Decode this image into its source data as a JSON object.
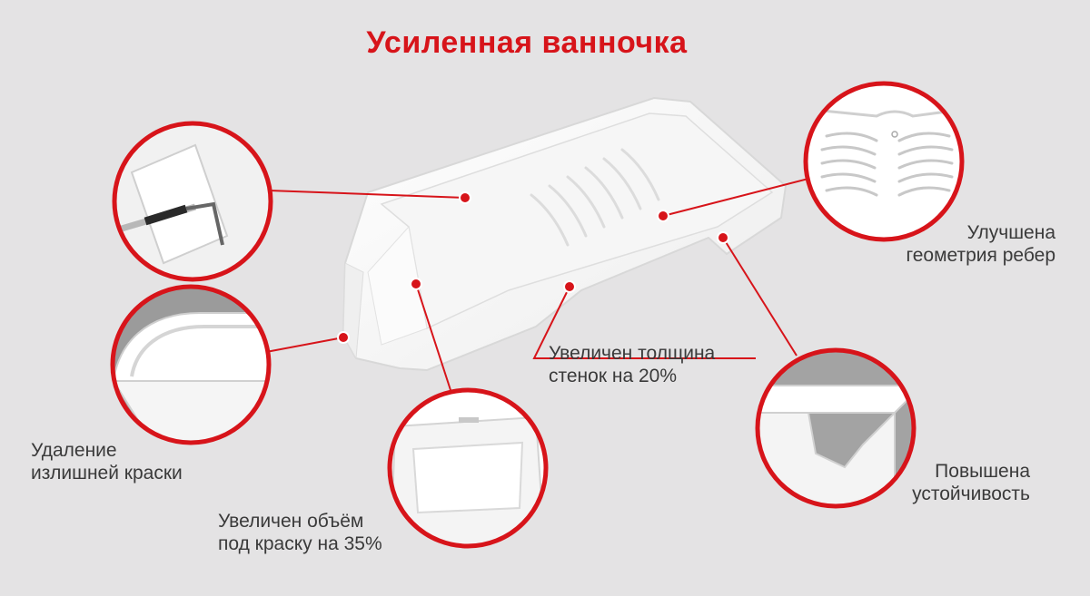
{
  "title": "Усиленная ванночка",
  "colors": {
    "accent": "#d7141a",
    "background": "#e4e3e4",
    "text": "#3a3a3a"
  },
  "callouts": {
    "removal": {
      "line1": "Удаление",
      "line2": "излишней краски"
    },
    "volume": {
      "line1": "Увеличен объём",
      "line2": "под краску на 35%"
    },
    "walls": {
      "line1": "Увеличен толщина",
      "line2": "стенок на 20%"
    },
    "ribs": {
      "line1": "Улучшена",
      "line2": "геометрия ребер"
    },
    "stability": {
      "line1": "Повышена",
      "line2": "устойчивость"
    }
  }
}
